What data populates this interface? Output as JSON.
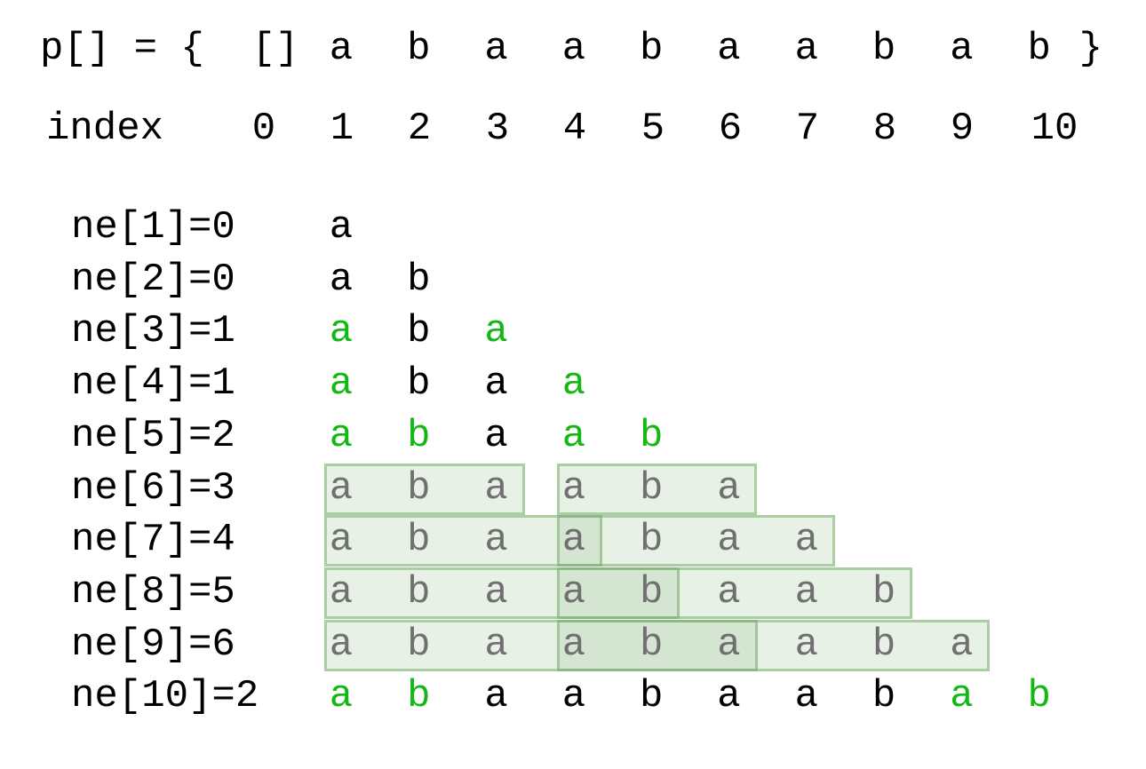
{
  "header": {
    "p_prefix": "p[] = {",
    "p_empty": "[]",
    "p_chars": [
      "a",
      "b",
      "a",
      "a",
      "b",
      "a",
      "a",
      "b",
      "a",
      "b"
    ],
    "p_suffix": "}",
    "index_label": "index",
    "indices": [
      "0",
      "1",
      "2",
      "3",
      "4",
      "5",
      "6",
      "7",
      "8",
      "9",
      "10"
    ]
  },
  "colors": {
    "match": "#14b814",
    "text": "#000000",
    "faded": "#707070"
  },
  "rows": [
    {
      "label": "ne[1]=0",
      "chars": [
        "a"
      ],
      "green": []
    },
    {
      "label": "ne[2]=0",
      "chars": [
        "a",
        "b"
      ],
      "green": []
    },
    {
      "label": "ne[3]=1",
      "chars": [
        "a",
        "b",
        "a"
      ],
      "green": [
        0,
        2
      ]
    },
    {
      "label": "ne[4]=1",
      "chars": [
        "a",
        "b",
        "a",
        "a"
      ],
      "green": [
        0,
        3
      ]
    },
    {
      "label": "ne[5]=2",
      "chars": [
        "a",
        "b",
        "a",
        "a",
        "b"
      ],
      "green": [
        0,
        1,
        3,
        4
      ]
    },
    {
      "label": "ne[6]=3",
      "chars": [
        "a",
        "b",
        "a",
        "a",
        "b",
        "a"
      ],
      "green": [],
      "faded": true,
      "boxes": [
        [
          0,
          2
        ],
        [
          3,
          5
        ]
      ]
    },
    {
      "label": "ne[7]=4",
      "chars": [
        "a",
        "b",
        "a",
        "a",
        "b",
        "a",
        "a"
      ],
      "green": [],
      "faded": true,
      "boxes": [
        [
          0,
          3
        ],
        [
          3,
          6
        ]
      ]
    },
    {
      "label": "ne[8]=5",
      "chars": [
        "a",
        "b",
        "a",
        "a",
        "b",
        "a",
        "a",
        "b"
      ],
      "green": [],
      "faded": true,
      "boxes": [
        [
          0,
          4
        ],
        [
          3,
          7
        ]
      ]
    },
    {
      "label": "ne[9]=6",
      "chars": [
        "a",
        "b",
        "a",
        "a",
        "b",
        "a",
        "a",
        "b",
        "a"
      ],
      "green": [],
      "faded": true,
      "boxes": [
        [
          0,
          5
        ],
        [
          3,
          8
        ]
      ]
    },
    {
      "label": "ne[10]=2",
      "chars": [
        "a",
        "b",
        "a",
        "a",
        "b",
        "a",
        "a",
        "b",
        "a",
        "b"
      ],
      "green": [
        0,
        1,
        8,
        9
      ]
    }
  ]
}
